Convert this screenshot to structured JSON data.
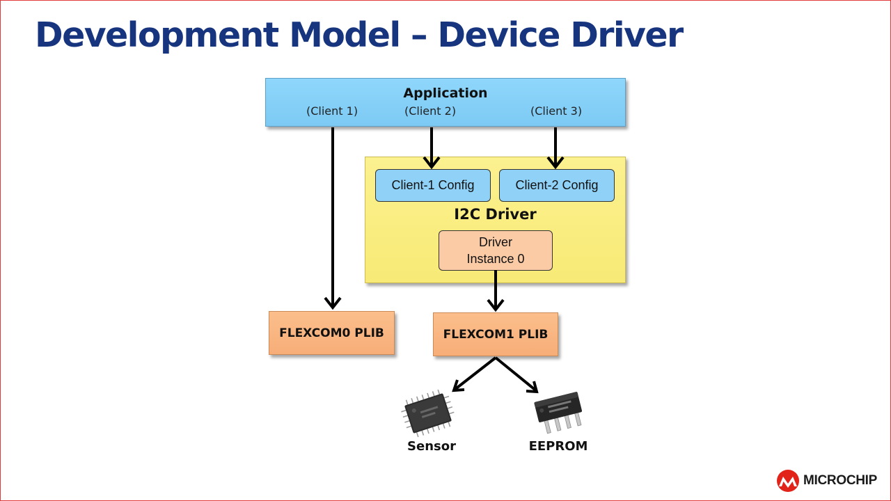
{
  "slide": {
    "title": "Development Model – Device Driver"
  },
  "application": {
    "title": "Application",
    "clients": [
      "(Client 1)",
      "(Client 2)",
      "(Client 3)"
    ]
  },
  "driver": {
    "title": "I2C Driver",
    "configs": [
      "Client-1  Config",
      "Client-2  Config"
    ],
    "instance_line1": "Driver",
    "instance_line2": "Instance 0"
  },
  "plibs": [
    "FLEXCOM0 PLIB",
    "FLEXCOM1 PLIB"
  ],
  "devices": {
    "sensor": "Sensor",
    "eeprom": "EEPROM"
  },
  "logo": {
    "text": "MICROCHIP",
    "icon": "microchip-logo-icon",
    "color": "#e2231a"
  },
  "colors": {
    "title": "#17357e",
    "application": "#8fd6fb",
    "driver": "#fbf18f",
    "config": "#8fd1f7",
    "plib": "#fbbf8c"
  }
}
